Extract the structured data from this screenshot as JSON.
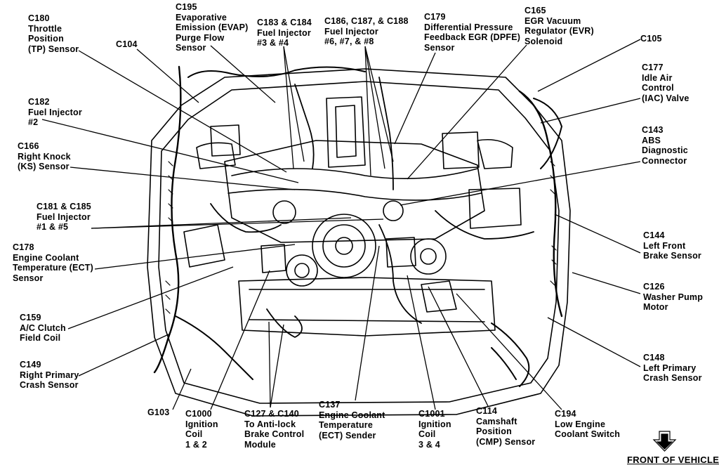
{
  "labels": {
    "c180": [
      "C180",
      "Throttle",
      "Position",
      "(TP) Sensor"
    ],
    "c195": [
      "C195",
      "Evaporative",
      "Emission (EVAP)",
      "Purge Flow",
      "Sensor"
    ],
    "c183": [
      "C183 & C184",
      "Fuel Injector",
      "#3 & #4"
    ],
    "c186": [
      "C186, C187, & C188",
      "Fuel Injector",
      "#6, #7, & #8"
    ],
    "c179": [
      "C179",
      "Differential Pressure",
      "Feedback EGR (DPFE)",
      "Sensor"
    ],
    "c165": [
      "C165",
      "EGR Vacuum",
      "Regulator (EVR)",
      "Solenoid"
    ],
    "c104": [
      "C104"
    ],
    "c105": [
      "C105"
    ],
    "c177": [
      "C177",
      "Idle Air",
      "Control",
      "(IAC) Valve"
    ],
    "c182": [
      "C182",
      "Fuel Injector",
      "#2"
    ],
    "c166": [
      "C166",
      "Right Knock",
      "(KS) Sensor"
    ],
    "c143": [
      "C143",
      "ABS",
      "Diagnostic",
      "Connector"
    ],
    "c181": [
      "C181 & C185",
      "Fuel Injector",
      "#1 & #5"
    ],
    "c178": [
      "C178",
      "Engine Coolant",
      "Temperature (ECT)",
      "Sensor"
    ],
    "c144": [
      "C144",
      "Left Front",
      "Brake Sensor"
    ],
    "c126": [
      "C126",
      "Washer Pump",
      "Motor"
    ],
    "c159": [
      "C159",
      "A/C Clutch",
      "Field Coil"
    ],
    "c149": [
      "C149",
      "Right Primary",
      "Crash Sensor"
    ],
    "c148": [
      "C148",
      "Left Primary",
      "Crash Sensor"
    ],
    "g103": [
      "G103"
    ],
    "c1000": [
      "C1000",
      "Ignition",
      "Coil",
      "1 & 2"
    ],
    "c127": [
      "C127 & C140",
      "To Anti-lock",
      "Brake Control",
      "Module"
    ],
    "c137": [
      "C137",
      "Engine Coolant",
      "Temperature",
      "(ECT) Sender"
    ],
    "c1001": [
      "C1001",
      "Ignition",
      "Coil",
      "3 & 4"
    ],
    "c114": [
      "C114",
      "Camshaft",
      "Position",
      "(CMP) Sensor"
    ],
    "c194": [
      "C194",
      "Low Engine",
      "Coolant Switch"
    ]
  },
  "front_of_vehicle": "FRONT OF VEHICLE",
  "colors": {
    "ink": "#000000",
    "paper": "#ffffff"
  },
  "icons": {
    "front_arrow": "down-arrow-icon"
  }
}
